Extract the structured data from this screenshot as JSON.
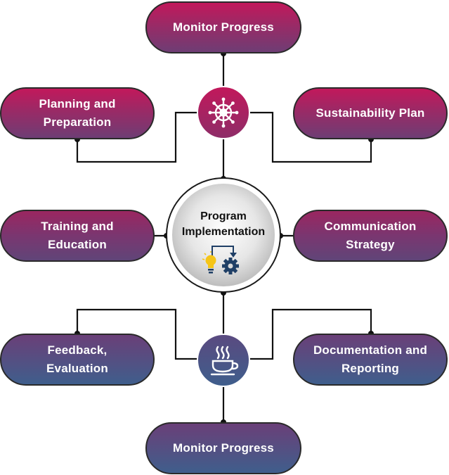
{
  "center": {
    "title_line1": "Program",
    "title_line2": "Implementation",
    "icon": "idea-process-icon"
  },
  "nodes": {
    "top": {
      "label": "Monitor Progress"
    },
    "upper_left": {
      "line1": "Planning and",
      "line2": "Preparation"
    },
    "upper_right": {
      "label": "Sustainability Plan"
    },
    "middle_left": {
      "line1": "Training and",
      "line2": "Education"
    },
    "middle_right": {
      "line1": "Communication",
      "line2": "Strategy"
    },
    "lower_left": {
      "line1": "Feedback,",
      "line2": "Evaluation"
    },
    "lower_right": {
      "line1": "Documentation and",
      "line2": "Reporting"
    },
    "bottom": {
      "label": "Monitor Progress"
    }
  },
  "hub_icons": {
    "top": "ship-wheel-icon",
    "bottom": "coffee-cup-icon"
  },
  "colors": {
    "top_gradient": [
      "#c2185b",
      "#6e3d74"
    ],
    "bottom_gradient": [
      "#6a3f78",
      "#3f5e8c"
    ],
    "connector": "#111111",
    "bulb": "#f5c518",
    "gear": "#1f3f66"
  }
}
